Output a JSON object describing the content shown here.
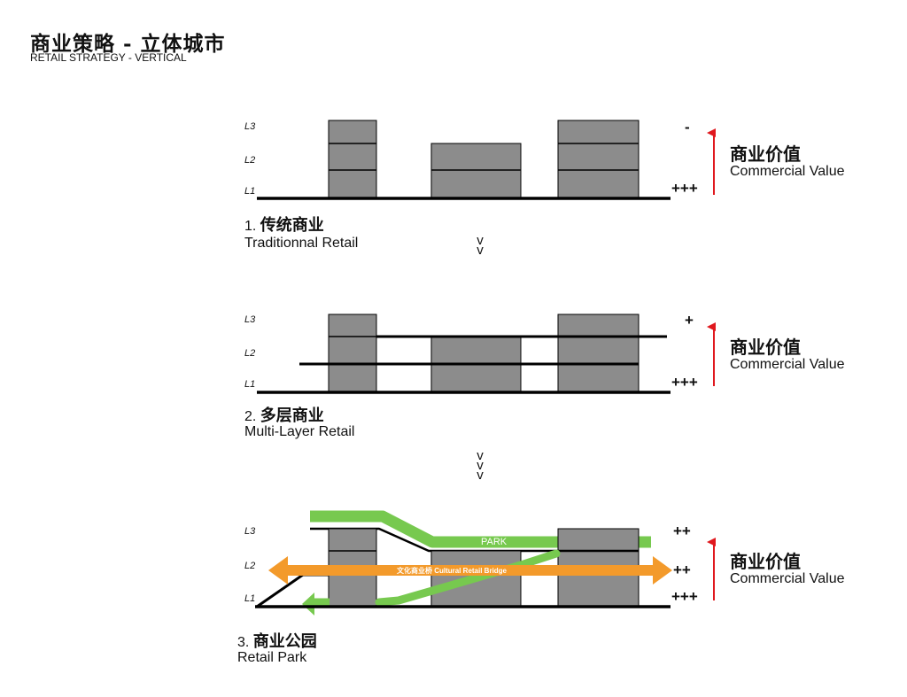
{
  "header": {
    "title_zh": "商业策略 - 立体城市",
    "title_en": "RETAIL STRATEGY - VERTICAL"
  },
  "levels": [
    "L3",
    "L2",
    "L1"
  ],
  "commercial_value": {
    "zh": "商业价值",
    "en": "Commercial Value"
  },
  "colors": {
    "building": "#8c8c8c",
    "park": "#77c94f",
    "bridge": "#f39a2b",
    "arrow": "#e0181e"
  },
  "sections": [
    {
      "number": "1.",
      "name_zh": "传统商业",
      "name_en": "Traditionnal Retail",
      "value_marks": [
        "-",
        "+++"
      ]
    },
    {
      "number": "2.",
      "name_zh": "多层商业",
      "name_en": "Multi-Layer Retail",
      "value_marks": [
        "+",
        "+++"
      ]
    },
    {
      "number": "3.",
      "name_zh": "商业公园",
      "name_en": "Retail Park",
      "value_marks": [
        "++",
        "++",
        "+++"
      ],
      "park_label": "PARK",
      "bridge_label": "文化商业桥 Cultural Retail Bridge"
    }
  ],
  "connectors": [
    {
      "symbol": "v",
      "count": 2
    },
    {
      "symbol": "v",
      "count": 3
    }
  ]
}
